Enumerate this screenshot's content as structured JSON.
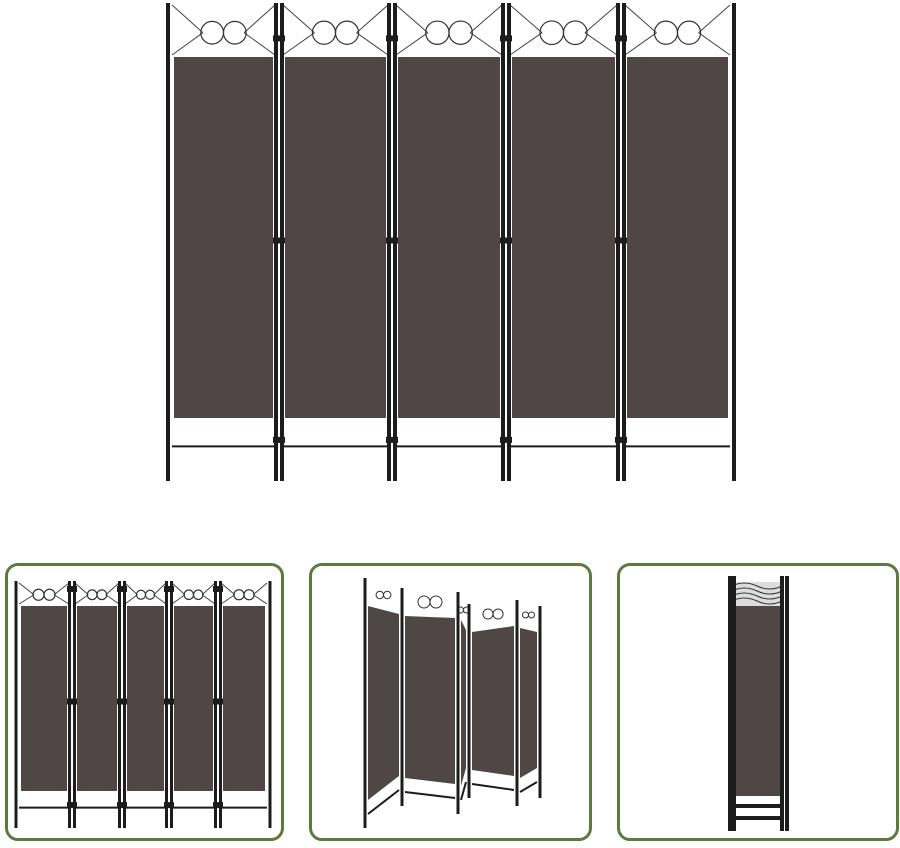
{
  "product_gallery": {
    "main_image": {
      "subject": "room-divider",
      "panel_count": 5
    },
    "thumbnails": [
      {
        "subject": "room-divider-front",
        "panel_count": 5,
        "selected": false
      },
      {
        "subject": "room-divider-angled",
        "panel_count": 5,
        "selected": false
      },
      {
        "subject": "room-divider-folded",
        "panel_count": 5,
        "selected": false
      }
    ]
  },
  "colors": {
    "fabric": "#4f4745",
    "frame": "#1c1c1c",
    "thumbnail_border": "#5b7a3c",
    "background": "#ffffff"
  }
}
